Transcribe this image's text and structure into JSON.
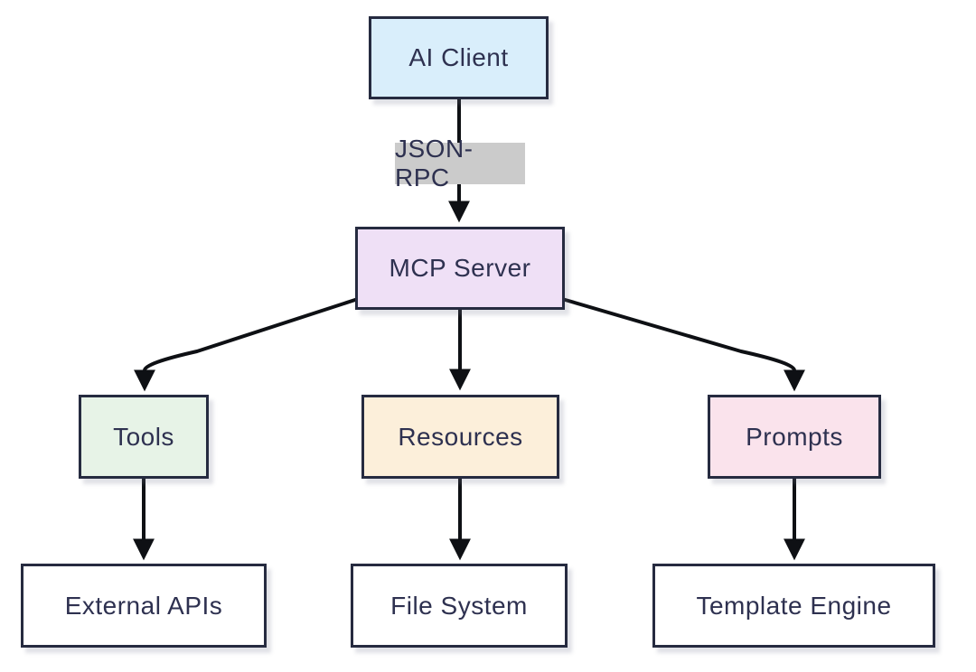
{
  "diagram": {
    "type": "flowchart",
    "nodes": {
      "ai_client": {
        "label": "AI Client",
        "fill": "#d9eefb"
      },
      "mcp_server": {
        "label": "MCP Server",
        "fill": "#efe0f6"
      },
      "tools": {
        "label": "Tools",
        "fill": "#e7f3e7"
      },
      "resources": {
        "label": "Resources",
        "fill": "#fcefda"
      },
      "prompts": {
        "label": "Prompts",
        "fill": "#fae3ec"
      },
      "external_apis": {
        "label": "External APIs",
        "fill": "#ffffff"
      },
      "file_system": {
        "label": "File System",
        "fill": "#ffffff"
      },
      "template_engine": {
        "label": "Template Engine",
        "fill": "#ffffff"
      }
    },
    "edges": [
      {
        "from": "ai_client",
        "to": "mcp_server",
        "label": "JSON-RPC"
      },
      {
        "from": "mcp_server",
        "to": "tools",
        "label": ""
      },
      {
        "from": "mcp_server",
        "to": "resources",
        "label": ""
      },
      {
        "from": "mcp_server",
        "to": "prompts",
        "label": ""
      },
      {
        "from": "tools",
        "to": "external_apis",
        "label": ""
      },
      {
        "from": "resources",
        "to": "file_system",
        "label": ""
      },
      {
        "from": "prompts",
        "to": "template_engine",
        "label": ""
      }
    ],
    "colors": {
      "border": "#262b40",
      "text": "#2e3150",
      "arrow": "#0e1014",
      "edge_label_bg": "#cbcbcb",
      "background": "#ffffff"
    }
  }
}
